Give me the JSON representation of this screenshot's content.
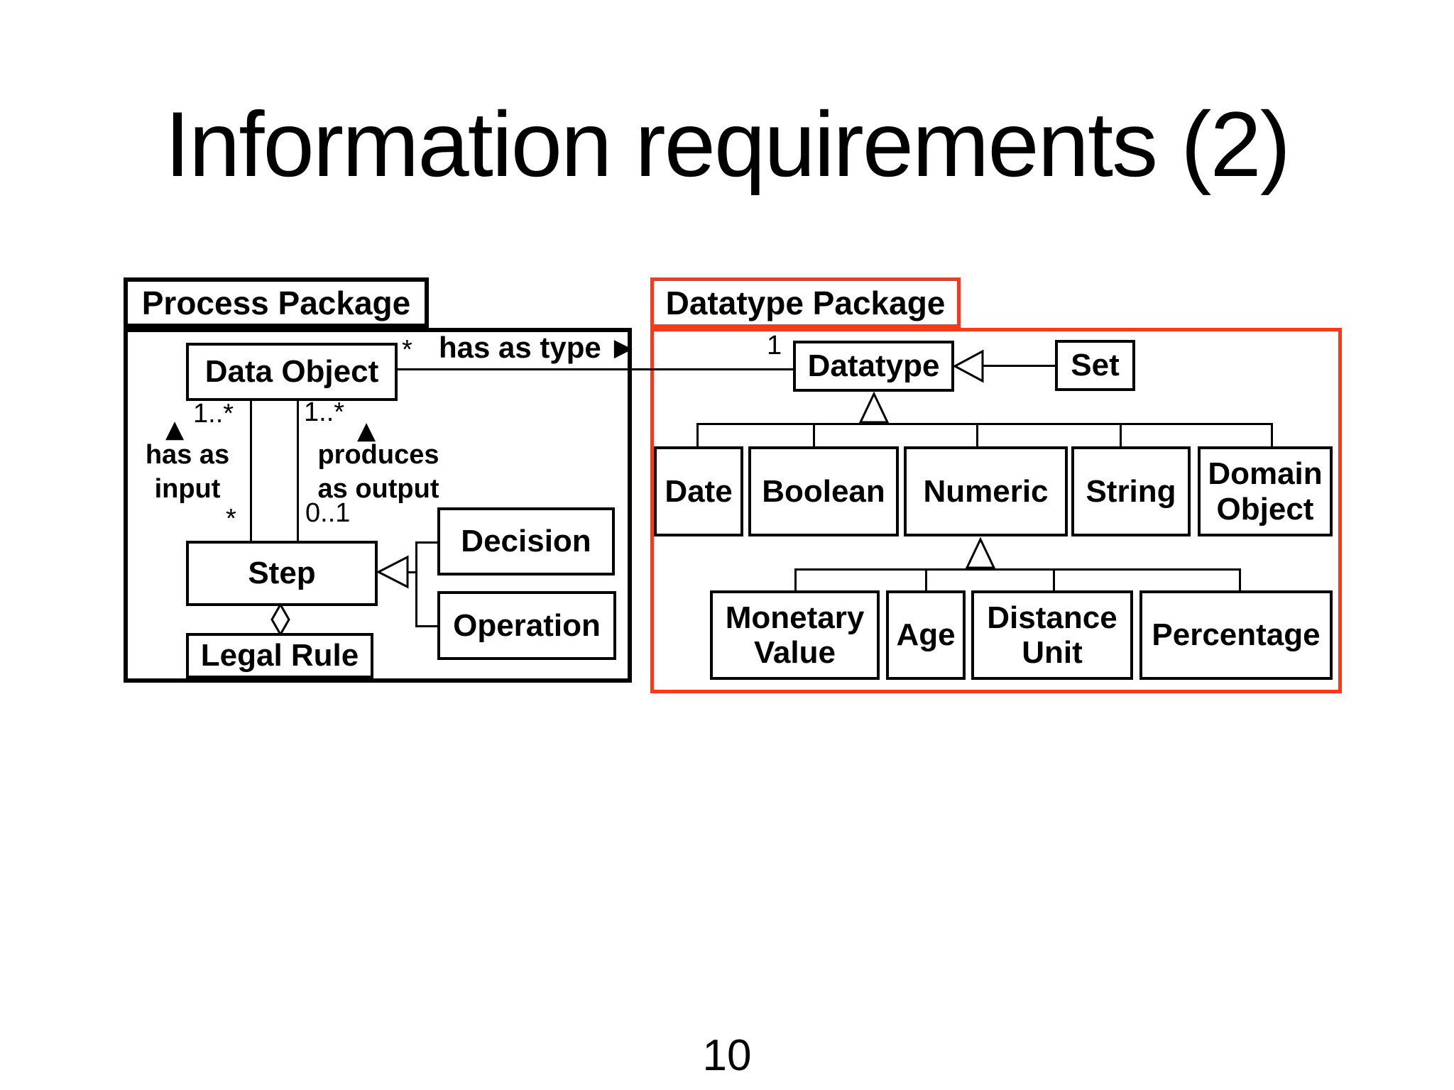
{
  "title": "Information requirements (2)",
  "page_number": "10",
  "colors": {
    "package_accent_red": "#f8391d",
    "diagram_black": "#000000"
  },
  "icons": {
    "reading_direction_right": "▶",
    "reading_direction_up": "▲",
    "generalization": "hollow-triangle",
    "aggregation": "hollow-diamond"
  },
  "process_package": {
    "label": "Process Package",
    "classes": {
      "data_object": "Data Object",
      "step": "Step",
      "legal_rule": "Legal Rule",
      "decision": "Decision",
      "operation": "Operation"
    },
    "associations": {
      "has_as_type": {
        "label": "has as type",
        "source_multiplicity": "*",
        "target_multiplicity": "1"
      },
      "has_as_input": {
        "label": "has as\ninput",
        "data_object_multiplicity": "1..*",
        "step_multiplicity": "*"
      },
      "produces_as_output": {
        "label": "produces\nas output",
        "data_object_multiplicity": "1..*",
        "step_multiplicity": "0..1"
      }
    }
  },
  "datatype_package": {
    "label": "Datatype Package",
    "classes": {
      "datatype": "Datatype",
      "set": "Set",
      "date": "Date",
      "boolean": "Boolean",
      "numeric": "Numeric",
      "string": "String",
      "domain_object": "Domain Object",
      "monetary_value": "Monetary Value",
      "age": "Age",
      "distance_unit": "Distance Unit",
      "percentage": "Percentage"
    }
  }
}
